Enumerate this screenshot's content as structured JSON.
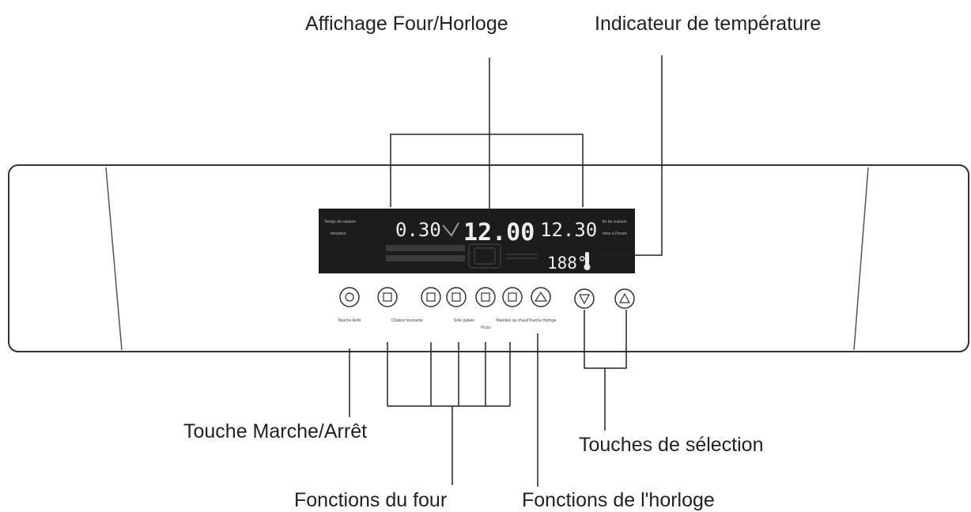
{
  "callouts": {
    "oven_clock_display": "Affichage Four/Horloge",
    "temperature_indicator": "Indicateur de température",
    "power_key": "Touche Marche/Arrêt",
    "selection_keys": "Touches de sélection",
    "oven_functions": "Fonctions du four",
    "clock_functions": "Fonctions de l'horloge"
  },
  "display": {
    "left_label_top": "Temps de cuisson",
    "left_label_bottom": "minuteur",
    "right_label_top": "fin de cuisson",
    "right_label_bottom": "mise à l'heure",
    "timer_value": "0.30",
    "clock_value": "12.00",
    "end_value": "12.30",
    "temp_value": "188°"
  },
  "keys": [
    {
      "name": "power-key",
      "label": "Marche Arrêt"
    },
    {
      "name": "convection-key",
      "label": "Chaleur tournante"
    },
    {
      "name": "grill-key",
      "label": ""
    },
    {
      "name": "bottom-heat-key",
      "label": "Sole pulsée"
    },
    {
      "name": "pizza-key",
      "label": "Pizza"
    },
    {
      "name": "keep-warm-key",
      "label": "Maintien au chaud"
    },
    {
      "name": "clock-key",
      "label": "Touche Horloge"
    },
    {
      "name": "down-key",
      "label": ""
    },
    {
      "name": "up-key",
      "label": ""
    }
  ],
  "colors": {
    "panel_outline": "#333333",
    "display_bg": "#1c1c1c",
    "leader_line": "#222222"
  }
}
